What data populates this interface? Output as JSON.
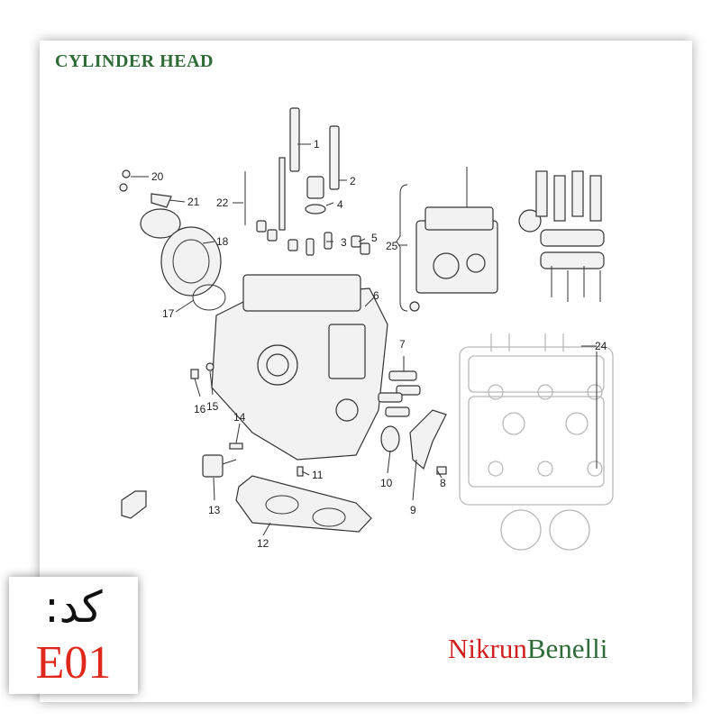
{
  "title": "CYLINDER HEAD",
  "code": {
    "label": "کد:",
    "value": "E01"
  },
  "brand": {
    "part1": "Nikrun",
    "part2": "Benelli"
  },
  "callouts": [
    "1",
    "2",
    "3",
    "4",
    "5",
    "6",
    "7",
    "8",
    "9",
    "10",
    "11",
    "12",
    "13",
    "14",
    "15",
    "16",
    "17",
    "18",
    "20",
    "21",
    "22",
    "24",
    "25"
  ],
  "colors": {
    "title": "#2e6b37",
    "code_value": "#e0271b",
    "brand_red": "#d11f1f",
    "brand_green": "#2e6b37"
  }
}
